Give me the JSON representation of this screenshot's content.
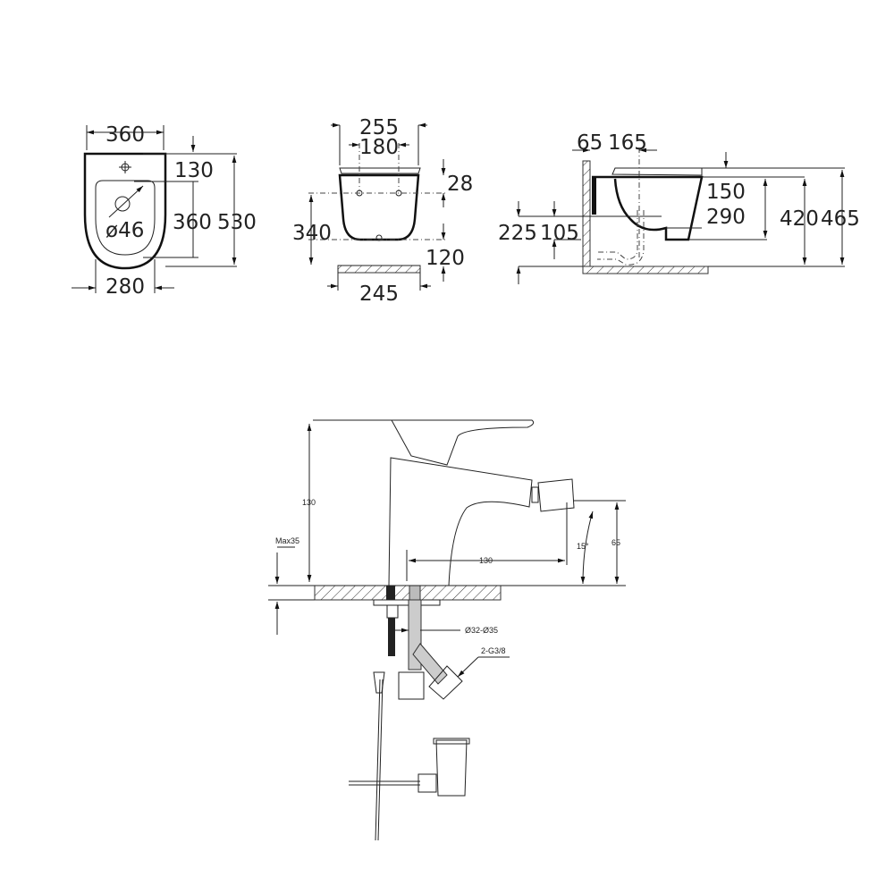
{
  "top_view": {
    "width_top": "360",
    "tap_offset": "130",
    "bowl_length": "360",
    "total_length": "530",
    "drain_diameter": "ø46",
    "width_bottom": "280"
  },
  "front_view": {
    "width_top": "255",
    "fixing_spacing": "180",
    "fixing_offset": "28",
    "fixing_height": "340",
    "drain_height": "120",
    "width_bottom": "245"
  },
  "side_view": {
    "wall_offset": "65",
    "drain_distance": "165",
    "bowl_depth": "150",
    "drain_level": "290",
    "supply_height": "225",
    "waste_height": "105",
    "rim_height": "420",
    "total_height": "465"
  },
  "faucet": {
    "height": "130",
    "max_deck": "Max35",
    "spout_reach": "130",
    "angle": "15°",
    "spout_height": "65",
    "hole_diameter": "Ø32-Ø35",
    "connections": "2-G3/8"
  }
}
